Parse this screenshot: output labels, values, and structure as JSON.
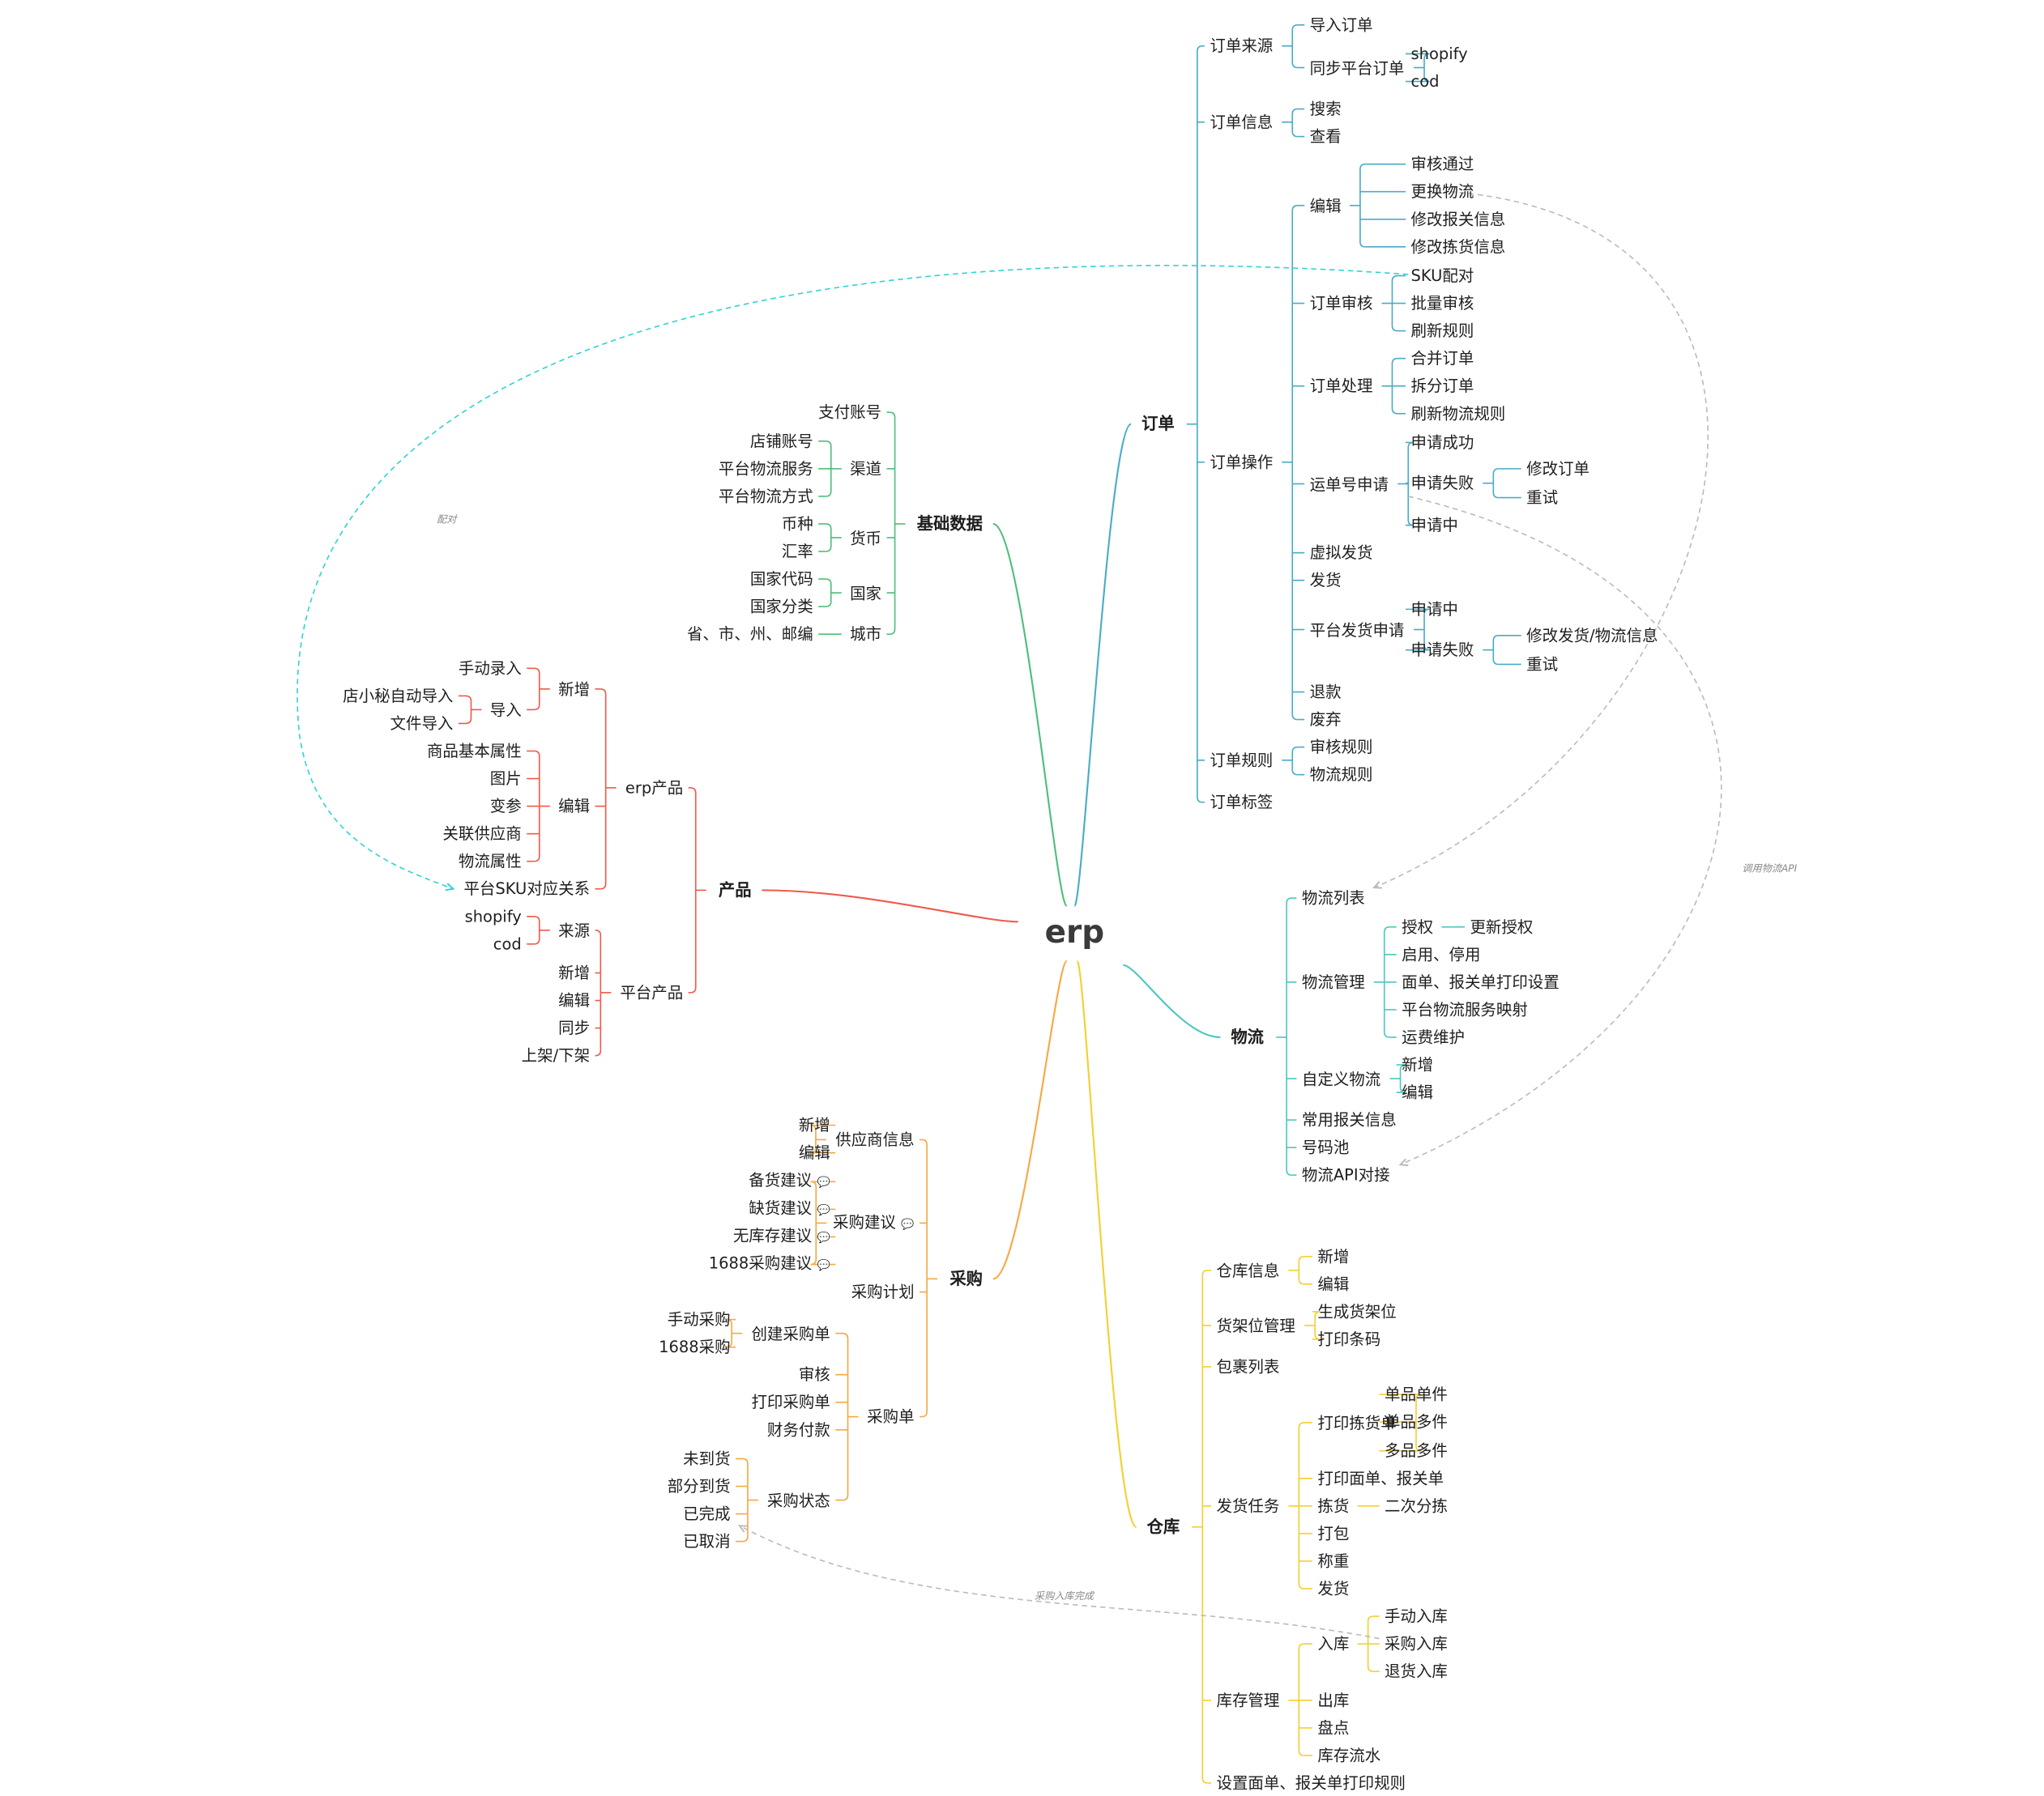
{
  "root": "erp",
  "colors": {
    "order": "#4aabc7",
    "base": "#4ebd7a",
    "product": "#ef5a4a",
    "logistics": "#4cc7c0",
    "purchase": "#f7a742",
    "warehouse": "#f5cf2f",
    "relation": "#bbbbbb",
    "relation_cyan": "#2fd4d4"
  },
  "icons": {
    "note": "comment-icon"
  },
  "branches": {
    "order": {
      "label": "订单",
      "children": [
        {
          "label": "订单来源",
          "children": [
            {
              "label": "导入订单"
            },
            {
              "label": "同步平台订单",
              "children": [
                {
                  "label": "shopify"
                },
                {
                  "label": "cod"
                }
              ]
            }
          ]
        },
        {
          "label": "订单信息",
          "children": [
            {
              "label": "搜索"
            },
            {
              "label": "查看"
            }
          ]
        },
        {
          "label": "订单操作",
          "children": [
            {
              "label": "编辑",
              "children": [
                {
                  "label": "审核通过"
                },
                {
                  "label": "更换物流"
                },
                {
                  "label": "修改报关信息"
                },
                {
                  "label": "修改拣货信息"
                }
              ]
            },
            {
              "label": "订单审核",
              "children": [
                {
                  "label": "SKU配对"
                },
                {
                  "label": "批量审核"
                },
                {
                  "label": "刷新规则"
                }
              ]
            },
            {
              "label": "订单处理",
              "children": [
                {
                  "label": "合并订单"
                },
                {
                  "label": "拆分订单"
                },
                {
                  "label": "刷新物流规则"
                }
              ]
            },
            {
              "label": "运单号申请",
              "children": [
                {
                  "label": "申请成功"
                },
                {
                  "label": "申请失败",
                  "children": [
                    {
                      "label": "修改订单"
                    },
                    {
                      "label": "重试"
                    }
                  ]
                },
                {
                  "label": "申请中"
                }
              ]
            },
            {
              "label": "虚拟发货"
            },
            {
              "label": "发货"
            },
            {
              "label": "平台发货申请",
              "children": [
                {
                  "label": "申请中"
                },
                {
                  "label": "申请失败",
                  "children": [
                    {
                      "label": "修改发货/物流信息"
                    },
                    {
                      "label": "重试"
                    }
                  ]
                }
              ]
            },
            {
              "label": "退款"
            },
            {
              "label": "废弃"
            }
          ]
        },
        {
          "label": "订单规则",
          "children": [
            {
              "label": "审核规则"
            },
            {
              "label": "物流规则"
            }
          ]
        },
        {
          "label": "订单标签"
        }
      ]
    },
    "base": {
      "label": "基础数据",
      "children": [
        {
          "label": "支付账号"
        },
        {
          "label": "渠道",
          "children": [
            {
              "label": "店铺账号"
            },
            {
              "label": "平台物流服务"
            },
            {
              "label": "平台物流方式"
            }
          ]
        },
        {
          "label": "货币",
          "children": [
            {
              "label": "币种"
            },
            {
              "label": "汇率"
            }
          ]
        },
        {
          "label": "国家",
          "children": [
            {
              "label": "国家代码"
            },
            {
              "label": "国家分类"
            }
          ]
        },
        {
          "label": "城市",
          "children": [
            {
              "label": "省、市、州、邮编"
            }
          ]
        }
      ]
    },
    "product": {
      "label": "产品",
      "children": [
        {
          "label": "erp产品",
          "children": [
            {
              "label": "新增",
              "children": [
                {
                  "label": "手动录入"
                },
                {
                  "label": "导入",
                  "children": [
                    {
                      "label": "店小秘自动导入"
                    },
                    {
                      "label": "文件导入"
                    }
                  ]
                }
              ]
            },
            {
              "label": "编辑",
              "children": [
                {
                  "label": "商品基本属性"
                },
                {
                  "label": "图片"
                },
                {
                  "label": "变参"
                },
                {
                  "label": "关联供应商"
                },
                {
                  "label": "物流属性"
                }
              ]
            },
            {
              "label": "平台SKU对应关系"
            }
          ]
        },
        {
          "label": "平台产品",
          "children": [
            {
              "label": "来源",
              "children": [
                {
                  "label": "shopify"
                },
                {
                  "label": "cod"
                }
              ]
            },
            {
              "label": "新增"
            },
            {
              "label": "编辑"
            },
            {
              "label": "同步"
            },
            {
              "label": "上架/下架"
            }
          ]
        }
      ]
    },
    "logistics": {
      "label": "物流",
      "children": [
        {
          "label": "物流列表"
        },
        {
          "label": "物流管理",
          "children": [
            {
              "label": "授权",
              "children": [
                {
                  "label": "更新授权"
                }
              ]
            },
            {
              "label": "启用、停用"
            },
            {
              "label": "面单、报关单打印设置"
            },
            {
              "label": "平台物流服务映射"
            },
            {
              "label": "运费维护"
            }
          ]
        },
        {
          "label": "自定义物流",
          "children": [
            {
              "label": "新增"
            },
            {
              "label": "编辑"
            }
          ]
        },
        {
          "label": "常用报关信息"
        },
        {
          "label": "号码池"
        },
        {
          "label": "物流API对接"
        }
      ]
    },
    "purchase": {
      "label": "采购",
      "children": [
        {
          "label": "供应商信息",
          "children": [
            {
              "label": "新增"
            },
            {
              "label": "编辑"
            }
          ]
        },
        {
          "label": "采购建议",
          "children": [
            {
              "label": "备货建议"
            },
            {
              "label": "缺货建议"
            },
            {
              "label": "无库存建议"
            },
            {
              "label": "1688采购建议"
            }
          ]
        },
        {
          "label": "采购计划"
        },
        {
          "label": "采购单",
          "children": [
            {
              "label": "创建采购单",
              "children": [
                {
                  "label": "手动采购"
                },
                {
                  "label": "1688采购"
                }
              ]
            },
            {
              "label": "审核"
            },
            {
              "label": "打印采购单"
            },
            {
              "label": "财务付款"
            },
            {
              "label": "采购状态",
              "children": [
                {
                  "label": "未到货"
                },
                {
                  "label": "部分到货"
                },
                {
                  "label": "已完成"
                },
                {
                  "label": "已取消"
                }
              ]
            }
          ]
        }
      ]
    },
    "warehouse": {
      "label": "仓库",
      "children": [
        {
          "label": "仓库信息",
          "children": [
            {
              "label": "新增"
            },
            {
              "label": "编辑"
            }
          ]
        },
        {
          "label": "货架位管理",
          "children": [
            {
              "label": "生成货架位"
            },
            {
              "label": "打印条码"
            }
          ]
        },
        {
          "label": "包裹列表"
        },
        {
          "label": "发货任务",
          "children": [
            {
              "label": "打印拣货单",
              "children": [
                {
                  "label": "单品单件"
                },
                {
                  "label": "单品多件"
                },
                {
                  "label": "多品多件"
                }
              ]
            },
            {
              "label": "打印面单、报关单"
            },
            {
              "label": "拣货",
              "children": [
                {
                  "label": "二次分拣"
                }
              ]
            },
            {
              "label": "打包"
            },
            {
              "label": "称重"
            },
            {
              "label": "发货"
            }
          ]
        },
        {
          "label": "库存管理",
          "children": [
            {
              "label": "入库",
              "children": [
                {
                  "label": "手动入库"
                },
                {
                  "label": "采购入库"
                },
                {
                  "label": "退货入库"
                }
              ]
            },
            {
              "label": "出库"
            },
            {
              "label": "盘点"
            },
            {
              "label": "库存流水"
            }
          ]
        },
        {
          "label": "设置面单、报关单打印规则"
        }
      ]
    }
  },
  "relations": [
    {
      "label": "配对"
    },
    {
      "label": "调用物流API"
    },
    {
      "label": "采购入库完成"
    },
    {
      "label": ""
    }
  ]
}
